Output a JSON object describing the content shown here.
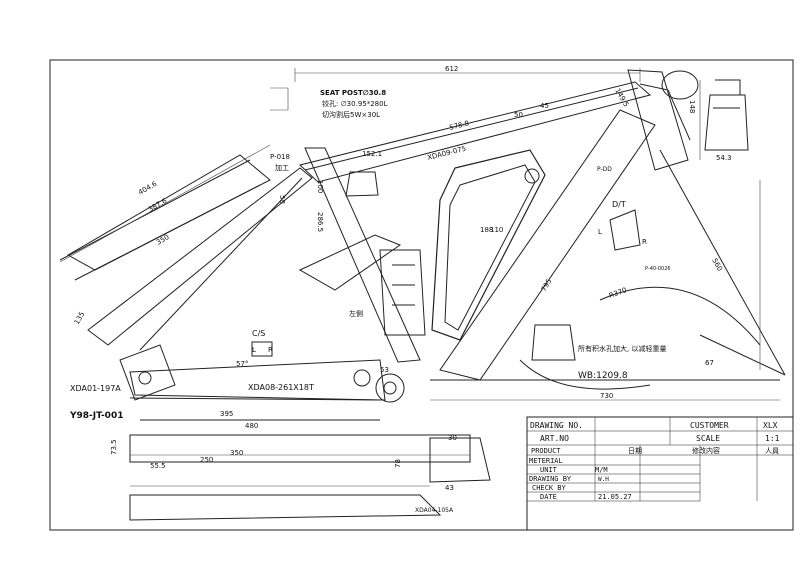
{
  "dims": {
    "top_length": "612",
    "seat_tube_upper": "578.8",
    "seat_tube": "404.6",
    "seat_tube_inner": "387.6",
    "chainstay_len": "350",
    "head_tube": "135",
    "reach_560": "560",
    "r370": "R370",
    "dim_795": "795",
    "wheelbase": "WB:1209.8",
    "overall_730": "730",
    "bb_395": "395",
    "bb_480": "480",
    "dim_250": "250",
    "dim_350": "350",
    "dim_55_5": "55.5",
    "dim_73_5": "73.5",
    "dim_78": "78",
    "dim_43": "43",
    "dim_30": "30",
    "dim_188": "188",
    "dim_149_5": "149.5",
    "dim_110": "110",
    "dim_45": "45",
    "dim_50": "50",
    "dim_67": "67",
    "dim_58": "58",
    "dim_152_1": "152.1",
    "dim_ang_57": "57°",
    "dim_100": "100",
    "dim_286_5": "286.5",
    "dim_148": "148",
    "dim_54_3": "54.3",
    "dim_53": "53"
  },
  "notes": {
    "seat_post_1": "SEAT POST∅30.8",
    "seat_post_2": "铰孔: ∅30.95*280L",
    "seat_post_3": "切沟割后5W×30L",
    "p018": "P-018",
    "p018_sub": "加工",
    "xda_075": "XDA09-075",
    "xda01": "XDA01-197A",
    "y98": "Y98-JT-001",
    "xda08": "XDA08-261X18T",
    "xda04": "XDA04-105A",
    "cs": "C/S",
    "cs_l": "L",
    "cs_r": "R",
    "dt": "D/T",
    "dt_l": "L",
    "dt_r": "R",
    "sensor_note": "所有积水孔加大, 以减轻重量",
    "left_label": "左側",
    "p40": "P-40-0026",
    "right_tag": "P-DD"
  },
  "title_block": {
    "drawing_no_label": "DRAWING NO.",
    "customer_label": "CUSTOMER",
    "customer_value": "XLX",
    "art_no_label": "ART.NO",
    "scale_label": "SCALE",
    "scale_value": "1:1",
    "product_label": "PRODUCT",
    "date_cn": "日期",
    "revise_cn": "修改内容",
    "person_cn": "人員",
    "material_label": "METERIAL",
    "unit_label": "UNIT",
    "unit_value": "M/M",
    "drawing_by_label": "DRAWING BY",
    "drawing_by_value": "W.H",
    "check_by_label": "CHECK BY",
    "date_label": "DATE",
    "date_value": "21.05.27"
  }
}
